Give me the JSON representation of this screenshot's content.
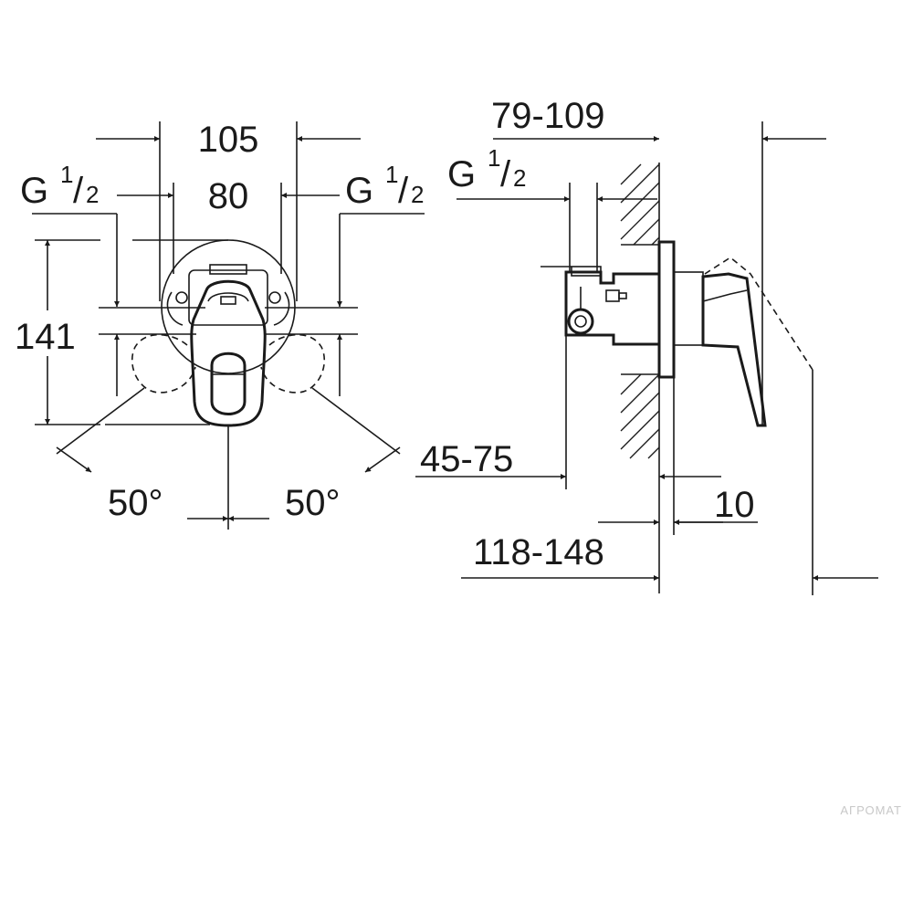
{
  "front_view": {
    "dim_width_outer": "105",
    "dim_width_inner": "80",
    "dim_height": "141",
    "thread_left": {
      "letter": "G",
      "numerator": "1",
      "slash": "/",
      "denominator": "2"
    },
    "thread_right": {
      "letter": "G",
      "numerator": "1",
      "slash": "/",
      "denominator": "2"
    },
    "angle_left": "50°",
    "angle_right": "50°"
  },
  "side_view": {
    "dim_top": "79-109",
    "thread": {
      "letter": "G",
      "numerator": "1",
      "slash": "/",
      "denominator": "2"
    },
    "dim_depth": "45-75",
    "dim_plate": "10",
    "dim_total": "118-148"
  },
  "watermark": "АГРОМАТ"
}
